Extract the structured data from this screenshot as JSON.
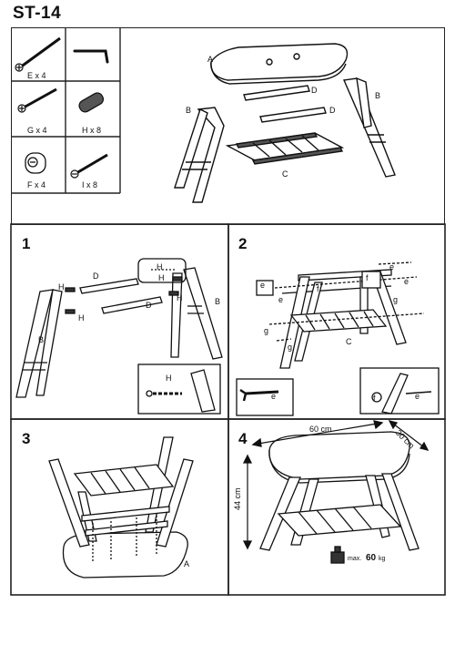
{
  "model": "ST-14",
  "parts": [
    {
      "code": "E",
      "qty": "x 4",
      "label": "E x 4",
      "icon": "long-screw-icon"
    },
    {
      "code": "allen",
      "qty": "",
      "label": "",
      "icon": "allen-key-icon"
    },
    {
      "code": "G",
      "qty": "x 4",
      "label": "G x 4",
      "icon": "wood-screw-icon"
    },
    {
      "code": "H",
      "qty": "x 8",
      "label": "H x 8",
      "icon": "dowel-icon"
    },
    {
      "code": "F",
      "qty": "x 4",
      "label": "F x 4",
      "icon": "cam-lock-icon"
    },
    {
      "code": "I",
      "qty": "x 8",
      "label": "I x 8",
      "icon": "small-screw-icon"
    }
  ],
  "overview_labels": {
    "a": "A",
    "b_left": "B",
    "b_right": "B",
    "c": "C",
    "d1": "D",
    "d2": "D"
  },
  "steps": [
    {
      "number": "1",
      "labels": {
        "h1": "H",
        "h2": "H",
        "h3": "H",
        "h4": "H",
        "h5": "H",
        "d1": "D",
        "d2": "D",
        "b1": "B",
        "b2": "B",
        "zoom_h": "H"
      }
    },
    {
      "number": "2",
      "labels": {
        "e1": "e",
        "e2": "e",
        "e3": "e",
        "e4": "e",
        "f1": "f",
        "f2": "f",
        "g1": "g",
        "g2": "g",
        "g3": "g",
        "c": "C",
        "zoom_e": "e",
        "zoom_f": "f",
        "zoom_e2": "e"
      }
    },
    {
      "number": "3",
      "labels": {
        "a": "A"
      }
    },
    {
      "number": "4",
      "labels": {
        "width": "60 cm",
        "depth": "30 cm",
        "height": "44 cm",
        "max": "max.",
        "load": "60",
        "unit": "kg"
      }
    }
  ]
}
